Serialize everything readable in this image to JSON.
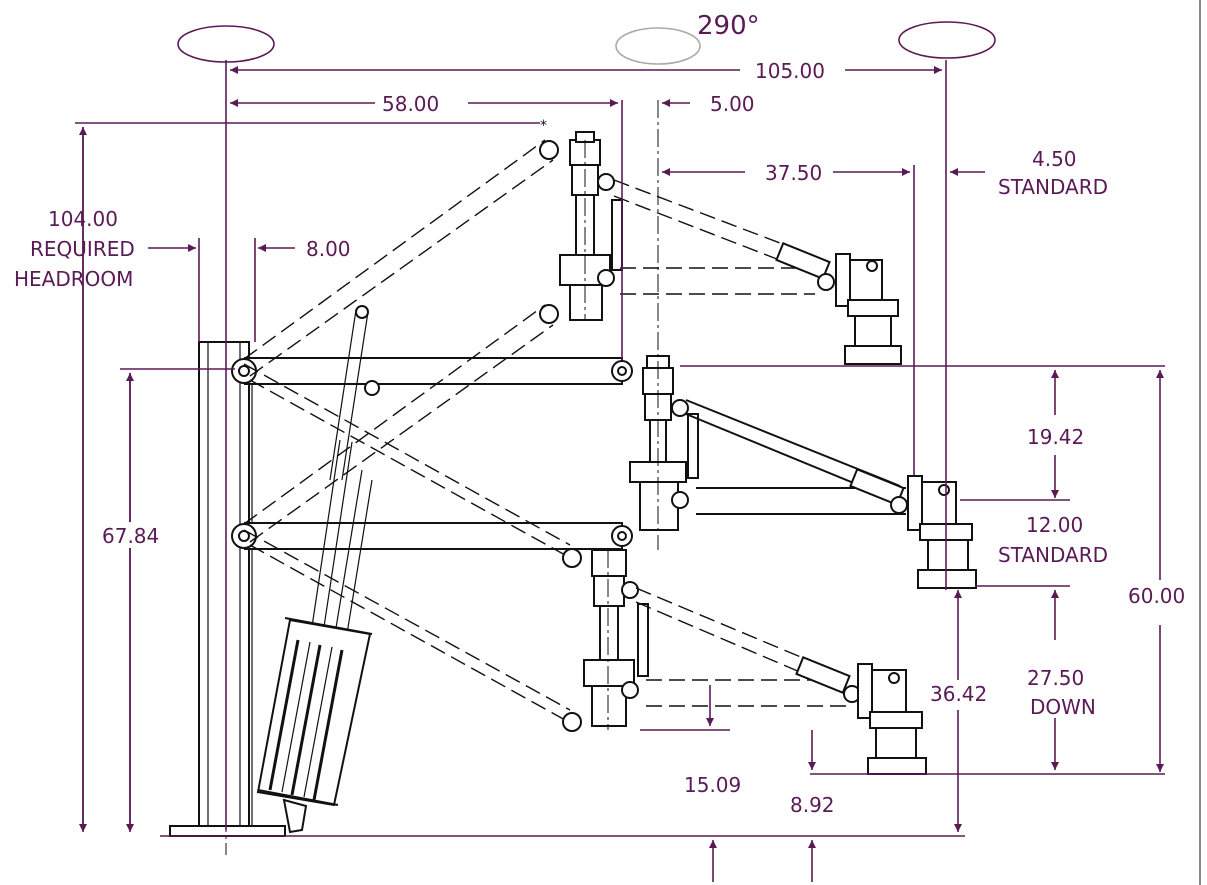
{
  "colors": {
    "dimension": "#5a1a55",
    "mechanism": "#111111",
    "background": "#ffffff",
    "ghost": "#aaaaaa"
  },
  "rotation": {
    "label": "290°"
  },
  "dimensions": {
    "overall_reach": "105.00",
    "primary_reach": "58.00",
    "offset_top": "5.00",
    "secondary_reach": "37.50",
    "standard_offset_value": "4.50",
    "standard_offset_label": "STANDARD",
    "headroom_value": "104.00",
    "headroom_label_1": "REQUIRED",
    "headroom_label_2": "HEADROOM",
    "column_offset": "8.00",
    "mount_height": "67.84",
    "secondary_rise": "19.42",
    "standard_height_value": "12.00",
    "standard_height_label": "STANDARD",
    "vertical_travel": "60.00",
    "down_travel_value": "27.50",
    "down_travel_label": "DOWN",
    "lowest_height": "36.42",
    "drop_1": "15.09",
    "drop_2": "8.92",
    "marker": "*"
  }
}
